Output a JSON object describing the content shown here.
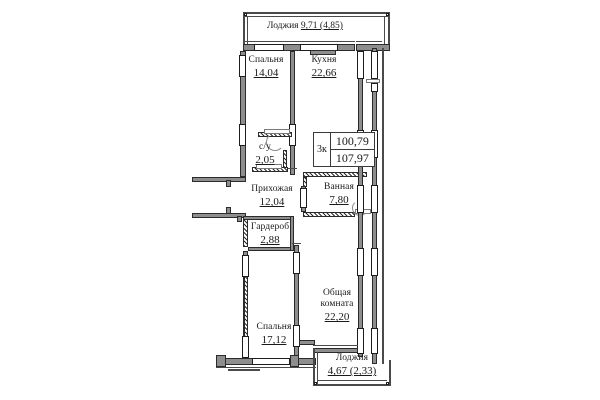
{
  "document": {
    "type": "apartment-floor-plan",
    "language": "ru"
  },
  "info_box": {
    "rooms_label": "3к",
    "area_total": "100,79",
    "area_with_loggia": "107,97"
  },
  "rooms": [
    {
      "id": "loggia-top",
      "name": "Лоджия",
      "area": "9,71 (4,85)"
    },
    {
      "id": "bedroom-1",
      "name": "Спальня",
      "area": "14,04"
    },
    {
      "id": "kitchen",
      "name": "Кухня",
      "area": "22,66"
    },
    {
      "id": "wc",
      "name": "с/у",
      "area": "2,05"
    },
    {
      "id": "hallway",
      "name": "Прихожая",
      "area": "12,04"
    },
    {
      "id": "bathroom",
      "name": "Ванная",
      "area": "7,80"
    },
    {
      "id": "wardrobe",
      "name": "Гардероб",
      "area": "2,88"
    },
    {
      "id": "living-room",
      "name": "Общая комната",
      "name_line1": "Общая",
      "name_line2": "комната",
      "area": "22,20"
    },
    {
      "id": "bedroom-2",
      "name": "Спальня",
      "area": "17,12"
    },
    {
      "id": "loggia-bottom",
      "name": "Лоджия",
      "area": "4,67 (2,33)"
    }
  ],
  "colors": {
    "background": "#ffffff",
    "wall_fill": "#8e8e8e",
    "wall_outline": "#2b2b2b",
    "text": "#1a1a1a"
  }
}
